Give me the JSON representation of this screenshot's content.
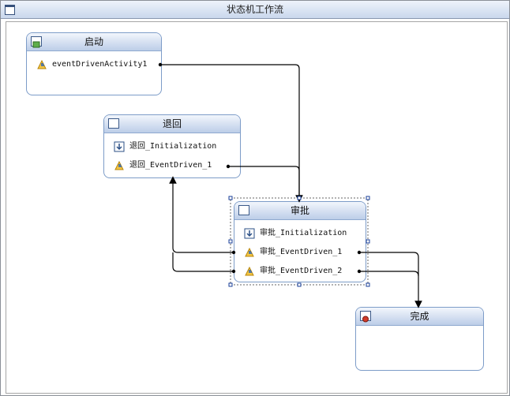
{
  "window": {
    "title": "状态机工作流"
  },
  "states": {
    "start": {
      "name": "启动",
      "events": [
        "eventDrivenActivity1"
      ]
    },
    "back": {
      "name": "退回",
      "init": "退回_Initialization",
      "events": [
        "退回_EventDriven_1"
      ]
    },
    "approve": {
      "name": "审批",
      "init": "审批_Initialization",
      "events": [
        "审批_EventDriven_1",
        "审批_EventDriven_2"
      ]
    },
    "done": {
      "name": "完成"
    }
  },
  "colors": {
    "header_top": "#f2f6fc",
    "header_bottom": "#bccde8",
    "border": "#7d9cc8",
    "wire": "#000000"
  }
}
